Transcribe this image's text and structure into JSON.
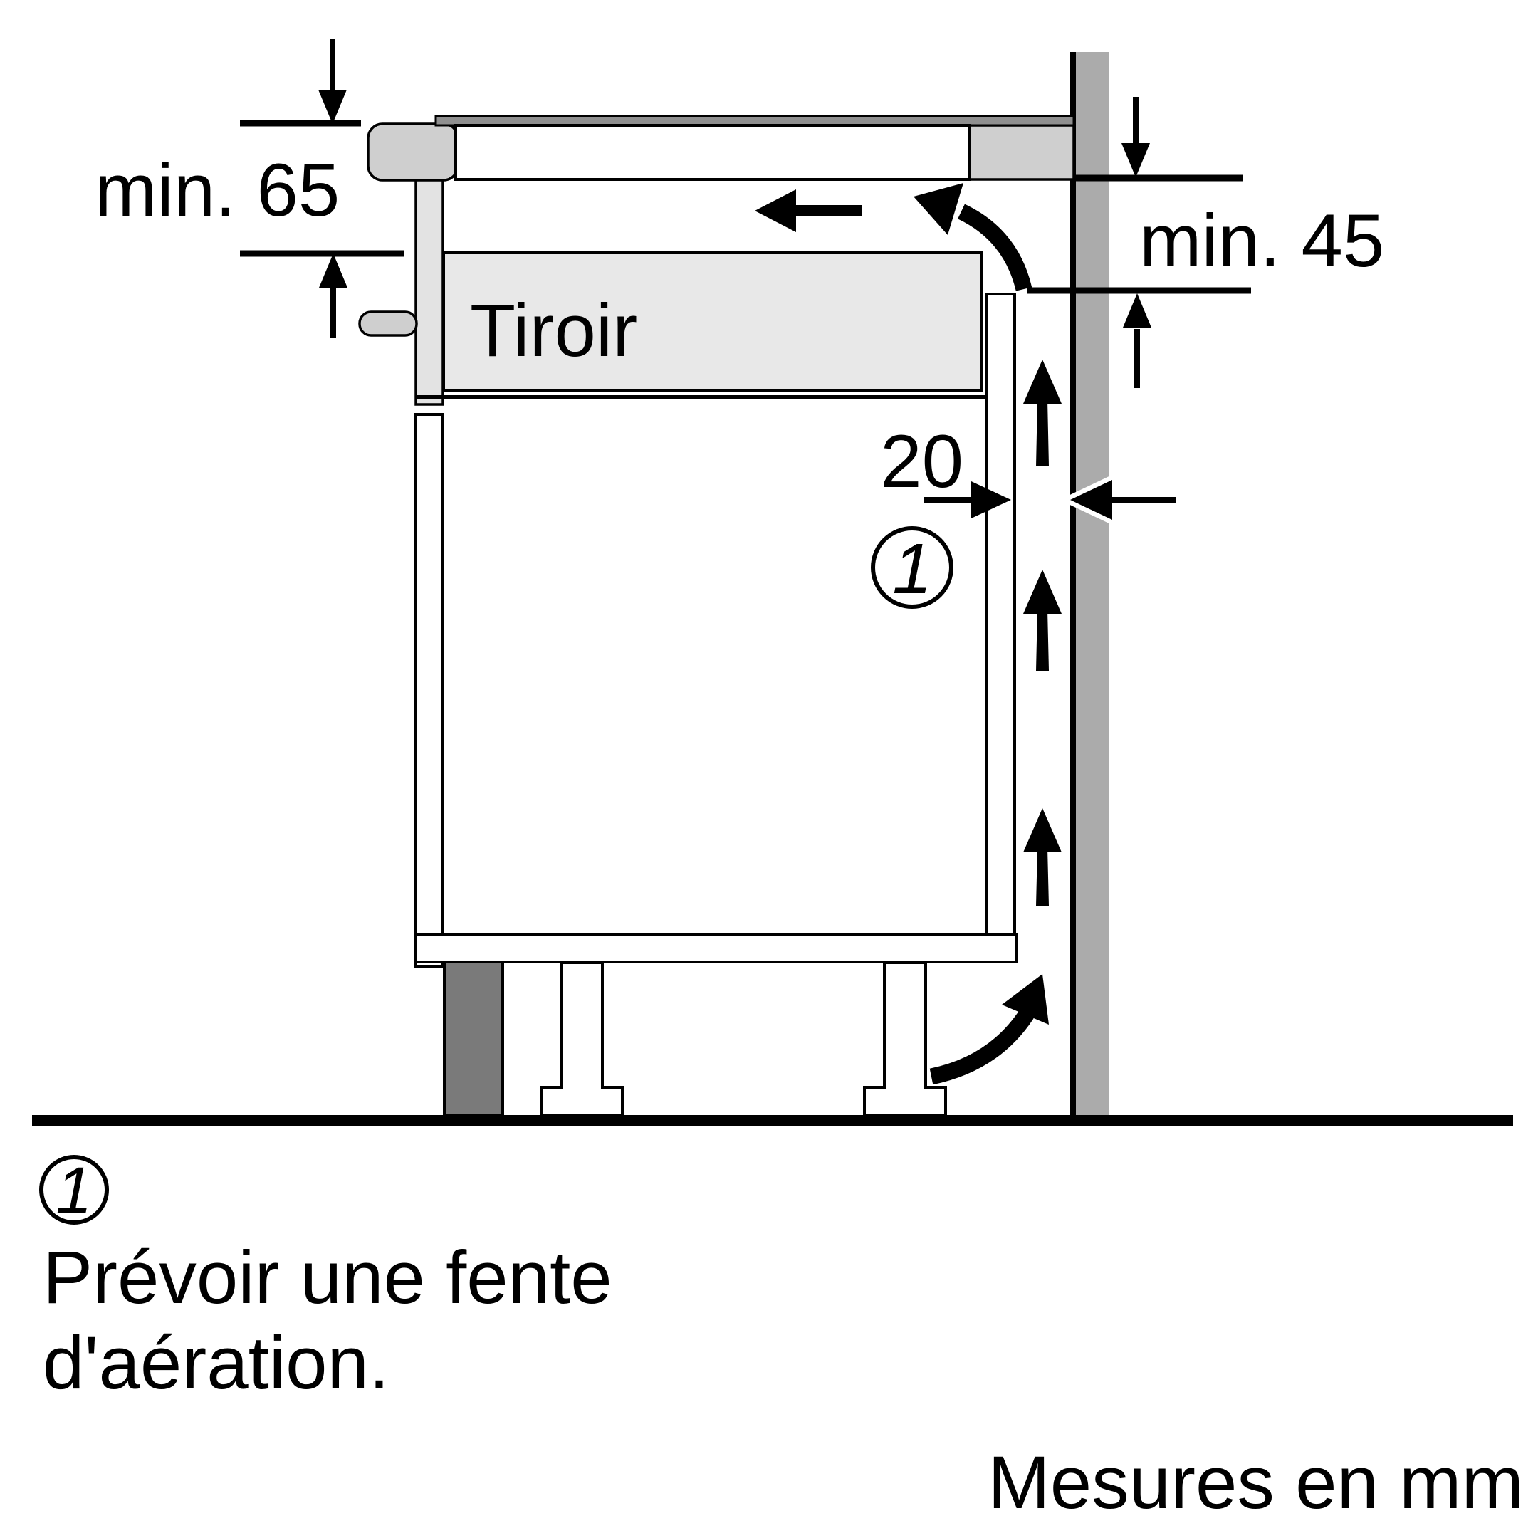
{
  "diagram": {
    "kind": "hob-installation-side-view",
    "labels": {
      "drawer": "Tiroir",
      "top_clearance": "min. 65",
      "side_clearance": "min. 45",
      "vent_gap": "20",
      "callout_marker": "1",
      "units_note": "Mesures en mm"
    },
    "legend": {
      "marker": "1",
      "line1": "Prévoir une fente",
      "line2": "d'aération."
    },
    "measurements_mm": {
      "top_clearance_min": 65,
      "side_clearance_min": 45,
      "vent_gap": 20
    },
    "colors": {
      "line": "#000000",
      "wall": "#ababab",
      "trim": "#cfcfcf",
      "side_frame": "#e3e3e3",
      "drawer_fill": "#e8e8e8",
      "plinth": "#7a7a7a",
      "glass": "#8f8f8f",
      "white": "#ffffff",
      "background": "#ffffff"
    }
  }
}
